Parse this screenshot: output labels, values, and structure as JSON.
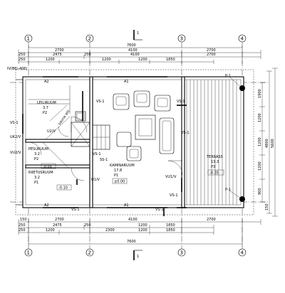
{
  "grid_ids": [
    "1",
    "2",
    "3",
    "4"
  ],
  "top_dims": {
    "row1": [
      "7600"
    ],
    "row2": [
      "2700",
      "4100",
      "2700"
    ],
    "row3": [
      "250",
      "2475",
      "250",
      "4100",
      "2700"
    ],
    "row4": [
      "250",
      "1200",
      "1200",
      "1200",
      "1850"
    ]
  },
  "bottom_dims": {
    "row1": [
      "150",
      "2700",
      "4100",
      "2700"
    ],
    "row2": [
      "250",
      "2475",
      "250",
      "1200",
      "1850"
    ],
    "row3": [
      "250",
      "1200",
      "2300",
      "1200",
      "1850"
    ],
    "row4": [
      "7600"
    ]
  },
  "right_dims": [
    "1900",
    "1200",
    "1200",
    "1200",
    "900",
    "4800",
    "5600",
    "150"
  ],
  "left_dims": [
    "IV(B6\\-406)"
  ],
  "rooms": {
    "leiliruum": {
      "name": "LEILIRUUM",
      "area": "3.7",
      "code": "P2"
    },
    "pesuruum": {
      "name": "PESURUUM",
      "area": "3.2",
      "code": "P2"
    },
    "riietusruum": {
      "name": "RIIETUSRUUM",
      "area": "3.2",
      "code": "P1"
    },
    "kaminaruum": {
      "name": "KAMINARUUM",
      "area": "17.8",
      "code": "P1",
      "level": "±0.00"
    },
    "terrass": {
      "name": "TERRASS",
      "area": "13.3",
      "code": "P3",
      "level": "-0.35"
    }
  },
  "window_labels": [
    "A2",
    "A1",
    "A2",
    "A1",
    "VS-1",
    "VS-1",
    "VS-1",
    "VS-1",
    "VS-1",
    "VS-1",
    "VS-1",
    "VS-1",
    "SS-1"
  ],
  "door_labels": [
    "UK2/V",
    "U2/V",
    "U1/V",
    "VU2/V",
    "VU1/V"
  ],
  "levels": [
    "-0.10",
    "-0.05",
    "±0.00",
    "-0.35"
  ],
  "misc_labels": [
    "P-1",
    "P-1",
    "sauna ahi"
  ],
  "section_markers": [
    "1",
    "1"
  ]
}
